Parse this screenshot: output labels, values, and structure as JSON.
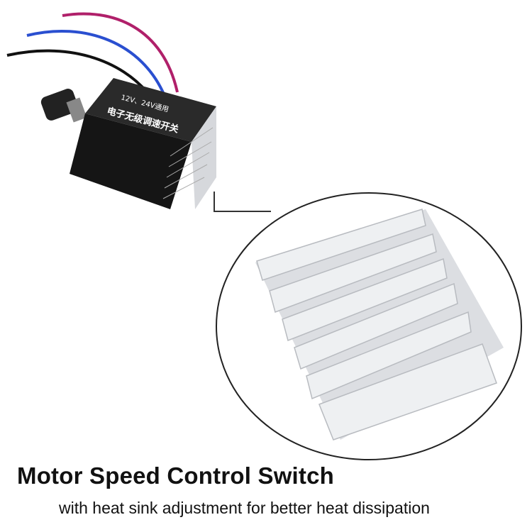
{
  "product": {
    "title": "Motor Speed Control Switch",
    "subtitle": "with heat sink adjustment for better heat dissipation",
    "device_label_voltage": "12V、24V通用",
    "device_label_name": "电子无级调速开关"
  },
  "colors": {
    "wire_red": "#b0206a",
    "wire_blue": "#2a4fd0",
    "wire_black": "#111111",
    "housing": "#1a1a1a",
    "heatsink": "#d8dade"
  }
}
